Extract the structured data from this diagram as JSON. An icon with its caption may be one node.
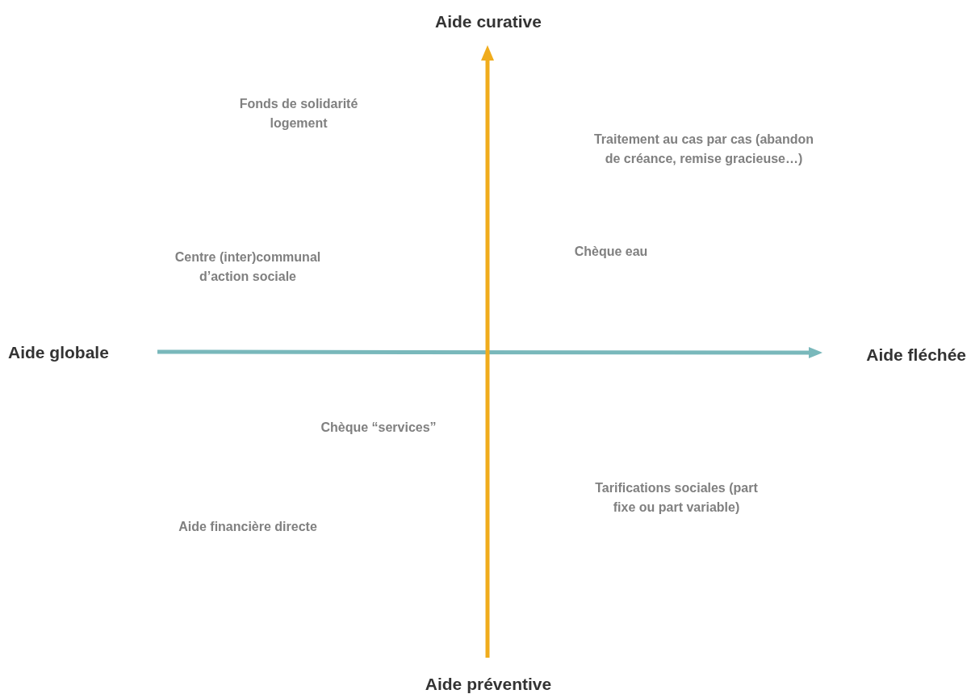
{
  "diagram": {
    "labels": [
      "Aide curative",
      "Fonds de solidarité logement",
      "Traitement au cas par cas (abandon de créance, remise gracieuse…)",
      "Chèque eau",
      "Centre (inter)communal d’action sociale",
      "Aide globale",
      "Aide fléchée",
      "Chèque “services”",
      "Tarifications sociales (part fixe ou part variable)",
      "Aide financière directe",
      "Aide préventive"
    ]
  }
}
